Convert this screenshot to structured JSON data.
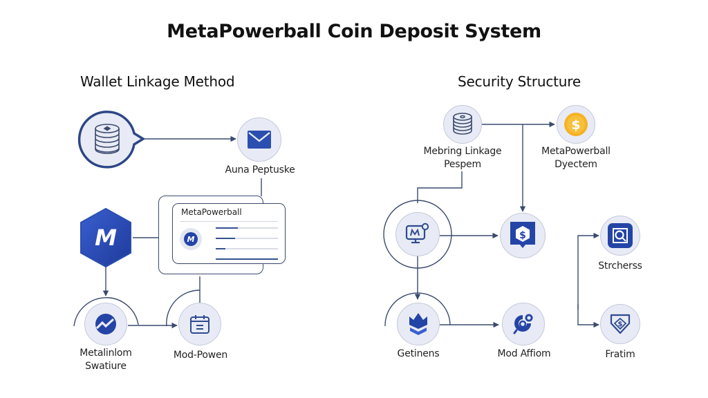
{
  "title": "MetaPowerball Coin Deposit System",
  "colors": {
    "primary_blue": "#2444a6",
    "line": "#3a4a6e",
    "node_fill": "#e8ebf5",
    "coin_gold": "#f5b82a"
  },
  "sections": {
    "left": {
      "title": "Wallet Linkage Method",
      "nodes": [
        {
          "id": "coin-stack",
          "icon": "coin-stack-icon",
          "label": ""
        },
        {
          "id": "mail",
          "icon": "envelope-icon",
          "label": "Auna Peptuske"
        },
        {
          "id": "brand",
          "icon": "metapowerball-logo-icon",
          "label": ""
        },
        {
          "id": "trend",
          "icon": "trend-chart-icon",
          "label_lines": [
            "Metalinlom",
            "Swatiure"
          ]
        },
        {
          "id": "calendar",
          "icon": "calendar-icon",
          "label": "Mod-Powen"
        }
      ],
      "card": {
        "title": "MetaPowerball",
        "avatar_icon": "metapowerball-avatar-icon",
        "progress_bars": [
          0.35,
          0.31,
          0.15,
          1.0
        ]
      }
    },
    "right": {
      "title": "Security Structure",
      "nodes": [
        {
          "id": "linkage",
          "icon": "coin-stack-icon",
          "label_lines": [
            "Mebring Linkage",
            "Pespem"
          ]
        },
        {
          "id": "gold-coin",
          "icon": "dollar-coin-icon",
          "label_lines": [
            "MetaPowerball",
            "Dyectem"
          ]
        },
        {
          "id": "monitor",
          "icon": "monitor-icon",
          "label": ""
        },
        {
          "id": "shield-dollar",
          "icon": "dollar-shield-icon",
          "label": ""
        },
        {
          "id": "search",
          "icon": "search-icon",
          "label": "Strcherss"
        },
        {
          "id": "crown",
          "icon": "crown-chevron-icon",
          "label": "Getinens"
        },
        {
          "id": "affirm",
          "icon": "target-pin-icon",
          "label": "Mod Affiom"
        },
        {
          "id": "fratim",
          "icon": "dollar-badge-icon",
          "label": "Fratim"
        }
      ]
    }
  }
}
